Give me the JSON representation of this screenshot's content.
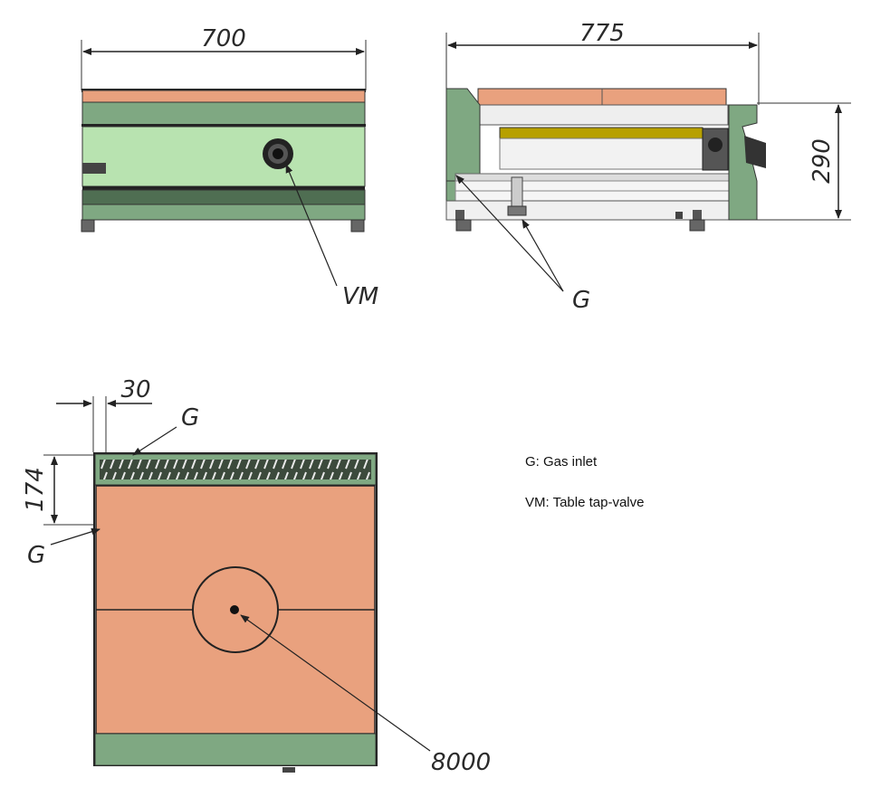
{
  "dimensions": {
    "front_width": "700",
    "side_width": "775",
    "side_height": "290",
    "top_offset": "30",
    "top_depth": "174"
  },
  "callouts": {
    "front_valve": "VM",
    "side_gas": "G",
    "top_gas_upper": "G",
    "top_gas_left": "G",
    "top_burner": "8000"
  },
  "legend": {
    "gas": "G: Gas inlet",
    "valve": "VM: Table tap-valve"
  },
  "colors": {
    "plate": "#e9a17e",
    "frame_green": "#7fa882",
    "panel_light_green": "#b8e3b0",
    "dark_green": "#4f6e52",
    "burner_bar": "#b7a000"
  }
}
